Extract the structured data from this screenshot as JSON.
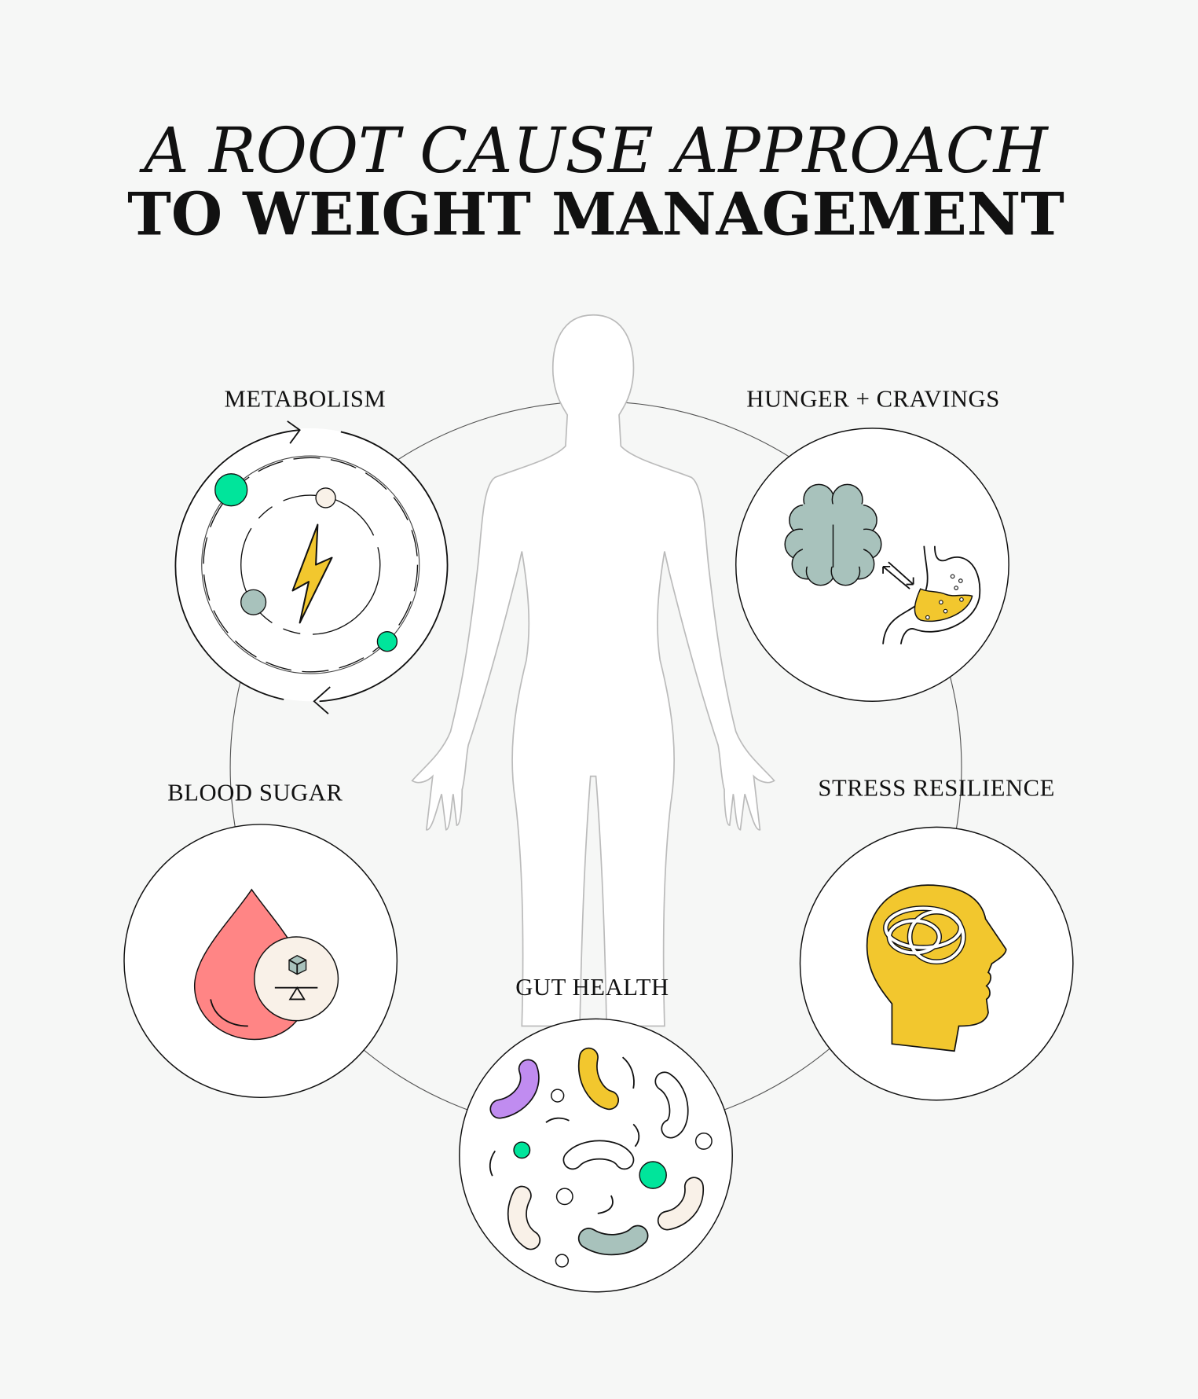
{
  "title": {
    "line1": "A ROOT CAUSE APPROACH",
    "line2": "TO WEIGHT MANAGEMENT"
  },
  "factors": [
    {
      "label": "METABOLISM",
      "icon": "metabolism-cycle-icon"
    },
    {
      "label": "HUNGER + CRAVINGS",
      "icon": "brain-stomach-icon"
    },
    {
      "label": "BLOOD SUGAR",
      "icon": "blood-drop-sugar-icon"
    },
    {
      "label": "STRESS RESILIENCE",
      "icon": "tangled-head-icon"
    },
    {
      "label": "GUT HEALTH",
      "icon": "microbiome-icon"
    }
  ],
  "colors": {
    "background": "#f6f7f6",
    "green": "#00e59b",
    "sage": "#a8c2bc",
    "cream": "#f9f1e8",
    "yellow": "#f2c72e",
    "pink": "#ff8585",
    "purple": "#c08cf0"
  }
}
